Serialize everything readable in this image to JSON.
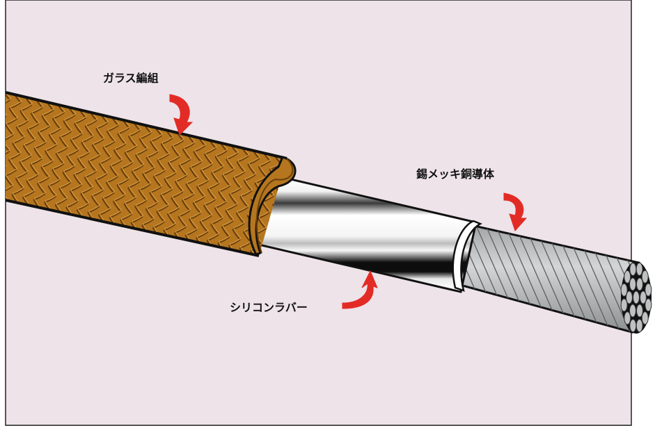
{
  "labels": {
    "glass_braid": "ガラス編組",
    "tinned_conductor": "錫メッキ銅導体",
    "silicone_rubber": "シリコンラバー"
  },
  "colors": {
    "background": "#ede3e8",
    "frame": "#222222",
    "braid_fill": "#b5761f",
    "braid_highlight": "#d69a42",
    "braid_shadow": "#6a3f0c",
    "rubber_light": "#ffffff",
    "rubber_dark": "#1a1a1a",
    "conductor_fill": "#bfc1c2",
    "conductor_dark": "#6d6f70",
    "arrow": "#e32b26"
  },
  "icons": {
    "arrow": "curved-arrow-icon"
  }
}
